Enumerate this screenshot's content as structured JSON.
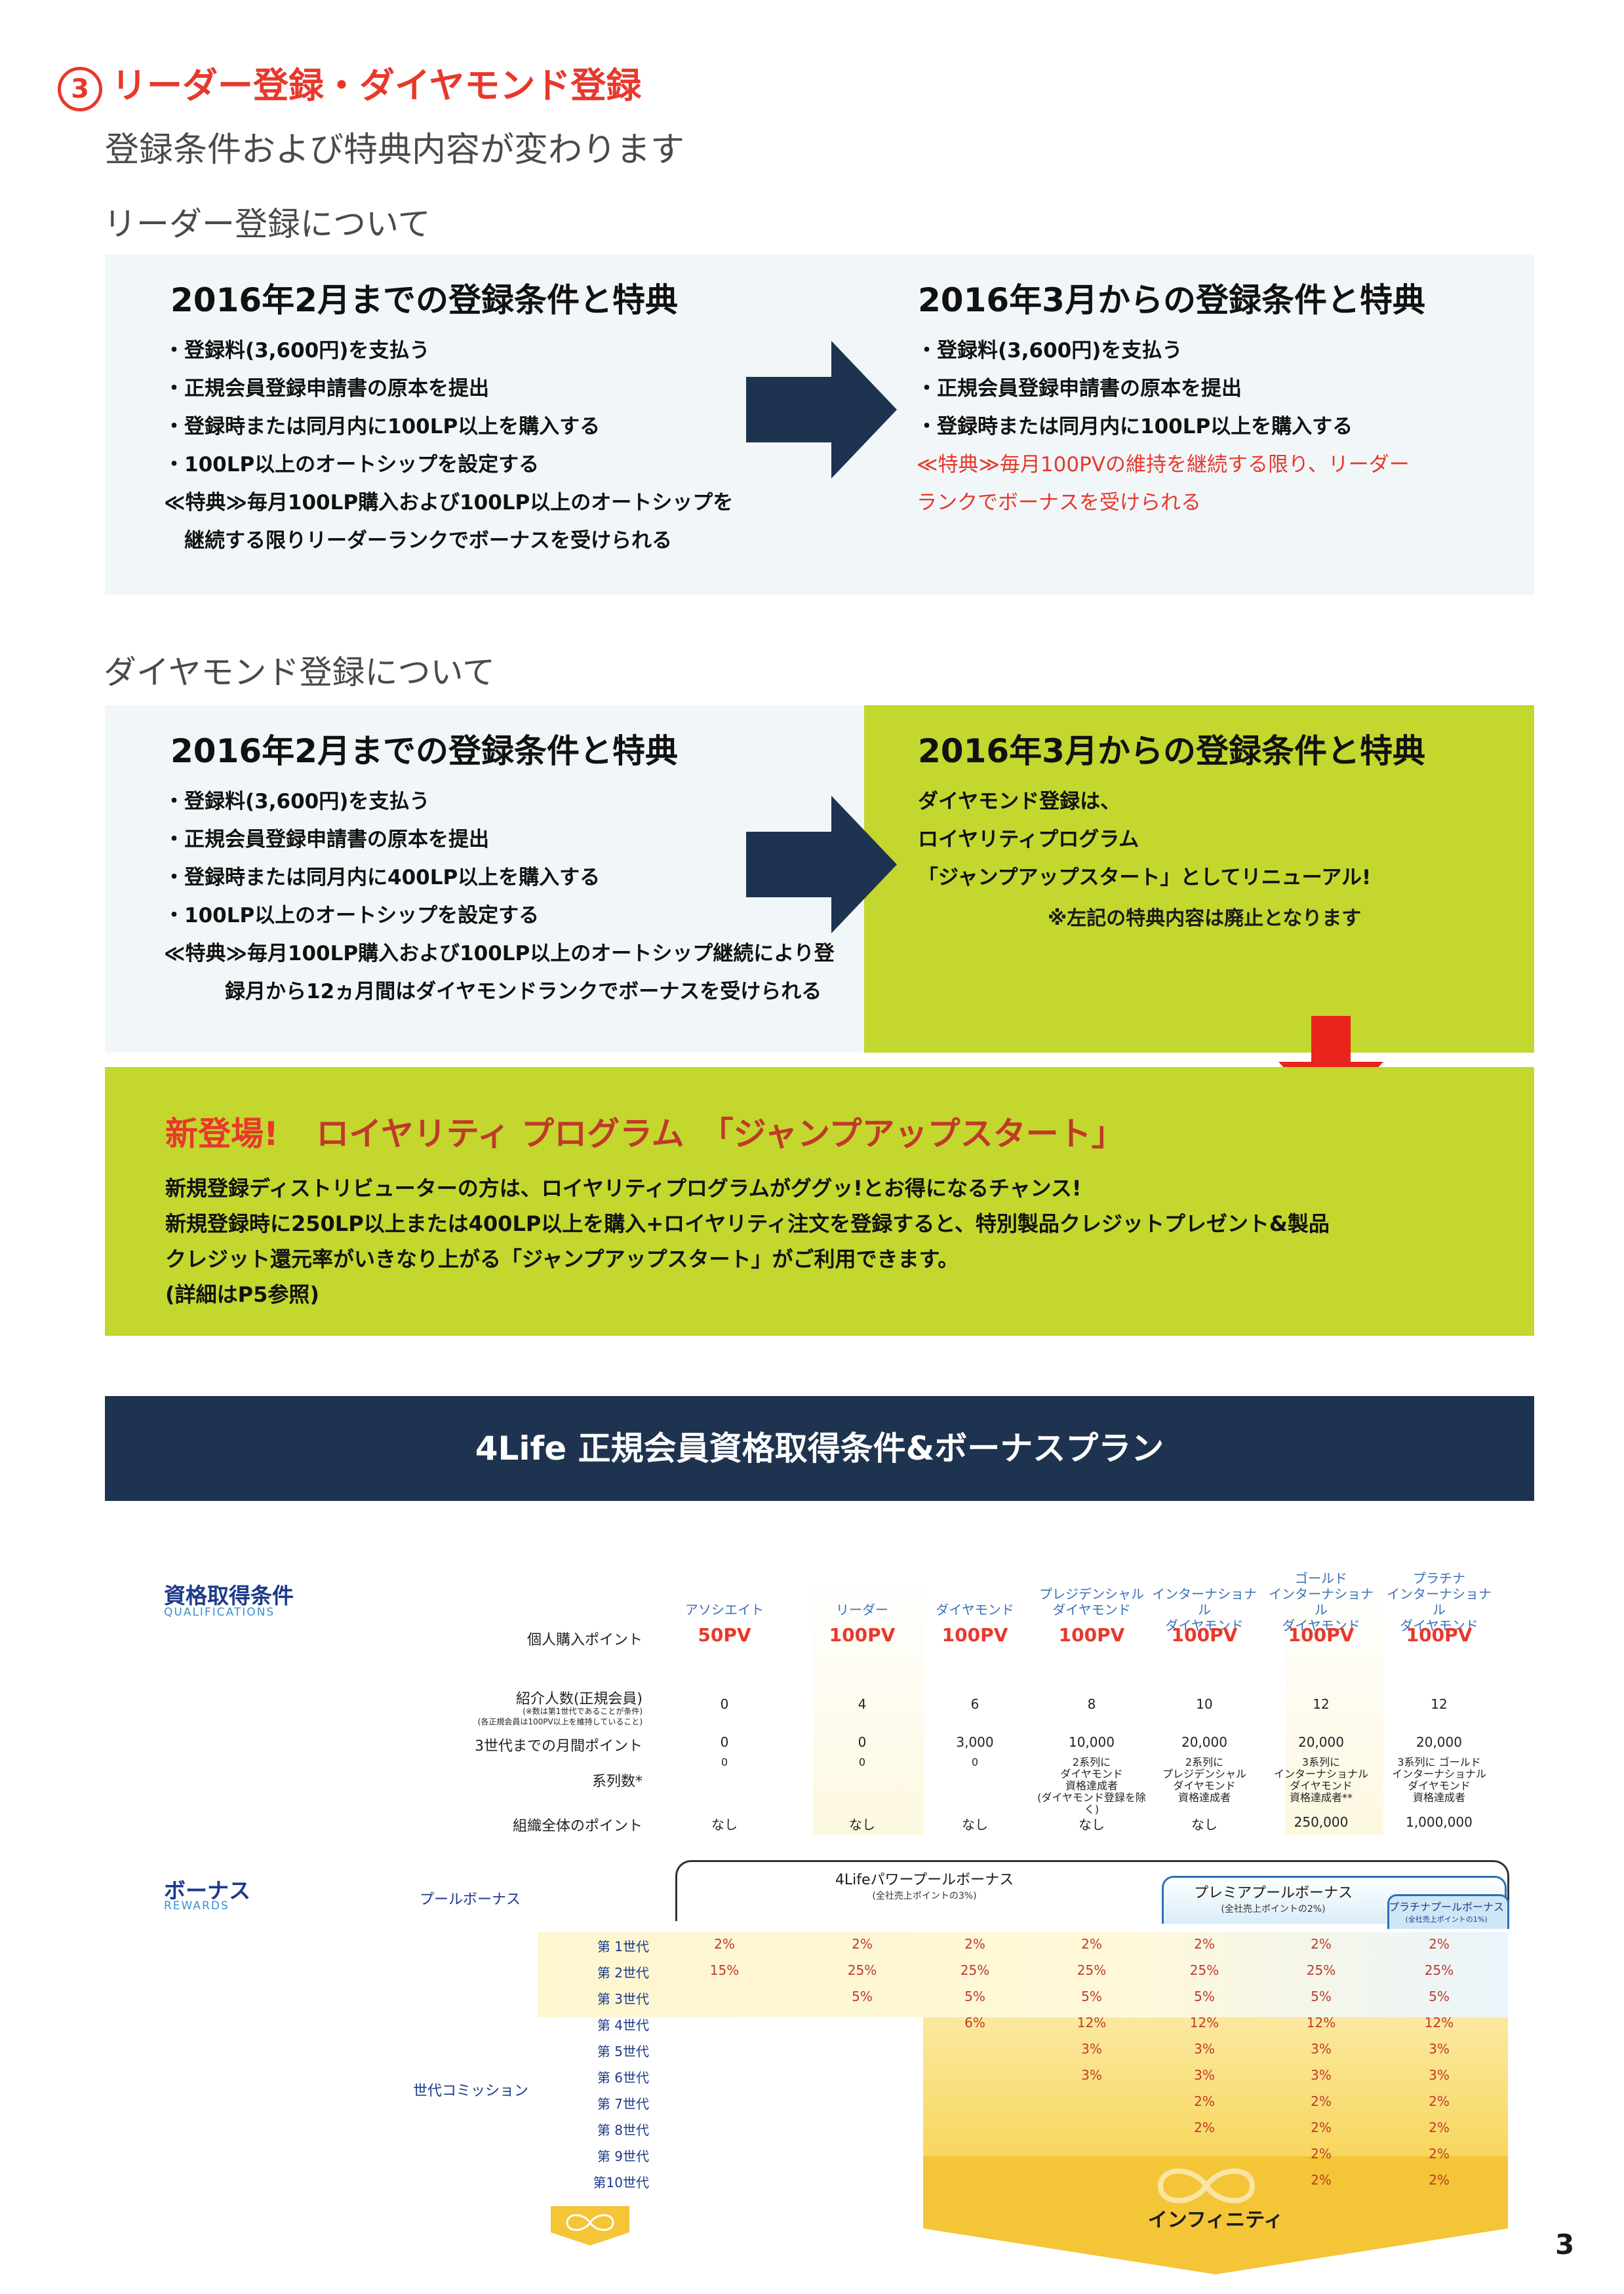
{
  "heading": {
    "number": "3",
    "title": "リーダー登録・ダイヤモンド登録"
  },
  "subtitle": "登録条件および特典内容が変わります",
  "leader": {
    "section_title": "リーダー登録について",
    "before": {
      "title": "2016年2月までの登録条件と特典",
      "items": [
        "・登録料(3,600円)を支払う",
        "・正規会員登録申請書の原本を提出",
        "・登録時または同月内に100LP以上を購入する",
        "・100LP以上のオートシップを設定する",
        "≪特典≫毎月100LP購入および100LP以上のオートシップを",
        "　継続する限りリーダーランクでボーナスを受けられる"
      ]
    },
    "after": {
      "title": "2016年3月からの登録条件と特典",
      "items": [
        "・登録料(3,600円)を支払う",
        "・正規会員登録申請書の原本を提出",
        "・登録時または同月内に100LP以上を購入する"
      ],
      "benefit": [
        "≪特典≫毎月100PVの維持を継続する限り、リーダー",
        "ランクでボーナスを受けられる"
      ]
    }
  },
  "diamond": {
    "section_title": "ダイヤモンド登録について",
    "before": {
      "title": "2016年2月までの登録条件と特典",
      "items": [
        "・登録料(3,600円)を支払う",
        "・正規会員登録申請書の原本を提出",
        "・登録時または同月内に400LP以上を購入する",
        "・100LP以上のオートシップを設定する",
        "≪特典≫毎月100LP購入および100LP以上のオートシップ継続により登",
        "　　　録月から12ヵ月間はダイヤモンドランクでボーナスを受けられる"
      ]
    },
    "after": {
      "title": "2016年3月からの登録条件と特典",
      "lines": [
        "ダイヤモンド登録は、",
        "ロイヤリティプログラム",
        "「ジャンプアップスタート」としてリニューアル!"
      ],
      "note": "※左記の特典内容は廃止となります"
    }
  },
  "new_program": {
    "badge": "新登場!",
    "title": "ロイヤリティ プログラム　「ジャンプアップスタート」",
    "lines": [
      "新規登録ディストリビューターの方は、ロイヤリティプログラムがググッ!とお得になるチャンス!",
      "新規登録時に250LP以上または400LP以上を購入+ロイヤリティ注文を登録すると、特別製品クレジットプレゼント&製品",
      "クレジット還元率がいきなり上がる「ジャンプアップスタート」がご利用できます。",
      "(詳細はP5参照)"
    ]
  },
  "banner": "4Life 正規会員資格取得条件&ボーナスプラン",
  "qualifications": {
    "label": "資格取得条件",
    "sub": "QUALIFICATIONS",
    "columns": [
      "アソシエイト",
      "リーダー",
      "ダイヤモンド",
      "プレジデンシャル\nダイヤモンド",
      "インターナショナル\nダイヤモンド",
      "ゴールド\nインターナショナル\nダイヤモンド",
      "プラチナ\nインターナショナル\nダイヤモンド"
    ],
    "personal_label": "個人購入ポイント",
    "personal": [
      "50PV",
      "100PV",
      "100PV",
      "100PV",
      "100PV",
      "100PV",
      "100PV"
    ],
    "referral_label": "紹介人数(正規会員)",
    "referral_note1": "(※数は第1世代であることが条件)",
    "referral_note2": "(各正規会員は100PV以上を維持していること)",
    "referral": [
      "0",
      "4",
      "6",
      "8",
      "10",
      "12",
      "12"
    ],
    "monthly_label": "3世代までの月間ポイント",
    "monthly": [
      "0",
      "0",
      "3,000",
      "10,000",
      "20,000",
      "20,000",
      "20,000"
    ],
    "lines_label": "系列数*",
    "lines": [
      "0",
      "0",
      "0",
      "2系列に\nダイヤモンド\n資格達成者\n(ダイヤモンド登録を除く)",
      "2系列に\nプレジデンシャル\nダイヤモンド\n資格達成者",
      "3系列に\nインターナショナル\nダイヤモンド\n資格達成者**",
      "3系列に ゴールド\nインターナショナル\nダイヤモンド\n資格達成者"
    ],
    "org_label": "組織全体のポイント",
    "org": [
      "なし",
      "なし",
      "なし",
      "なし",
      "なし",
      "250,000",
      "1,000,000"
    ]
  },
  "rewards": {
    "label": "ボーナス",
    "sub": "REWARDS",
    "pool_label": "プールボーナス",
    "pool1": {
      "title": "4Lifeパワープールボーナス",
      "sub": "(全社売上ポイントの3%)"
    },
    "pool2": {
      "title": "プレミアプールボーナス",
      "sub": "(全社売上ポイントの2%)"
    },
    "pool3": {
      "title": "プラチナプールボーナス",
      "sub": "(全社売上ポイントの1%)"
    },
    "commission_label": "世代コミッション",
    "generations": [
      "第 1世代",
      "第 2世代",
      "第 3世代",
      "第 4世代",
      "第 5世代",
      "第 6世代",
      "第 7世代",
      "第 8世代",
      "第 9世代",
      "第10世代"
    ],
    "rows": [
      [
        "2%",
        "2%",
        "2%",
        "2%",
        "2%",
        "2%",
        "2%"
      ],
      [
        "15%",
        "25%",
        "25%",
        "25%",
        "25%",
        "25%",
        "25%"
      ],
      [
        "",
        "5%",
        "5%",
        "5%",
        "5%",
        "5%",
        "5%"
      ],
      [
        "",
        "",
        "6%",
        "12%",
        "12%",
        "12%",
        "12%"
      ],
      [
        "",
        "",
        "",
        "3%",
        "3%",
        "3%",
        "3%"
      ],
      [
        "",
        "",
        "",
        "3%",
        "3%",
        "3%",
        "3%"
      ],
      [
        "",
        "",
        "",
        "",
        "2%",
        "2%",
        "2%"
      ],
      [
        "",
        "",
        "",
        "",
        "2%",
        "2%",
        "2%"
      ],
      [
        "",
        "",
        "",
        "",
        "",
        "2%",
        "2%"
      ],
      [
        "",
        "",
        "",
        "",
        "",
        "2%",
        "2%"
      ]
    ],
    "infinity_label": "インフィニティ"
  },
  "page_number": "3",
  "colors": {
    "red": "#e8382c",
    "green": "#c3d72e",
    "navy": "#1e3350",
    "gold": "#f5c518"
  }
}
